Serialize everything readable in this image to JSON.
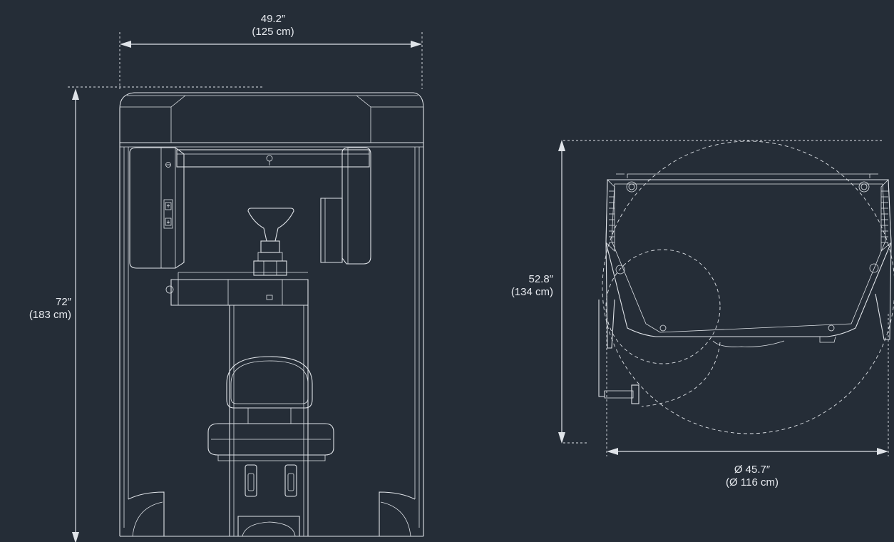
{
  "dimensions": {
    "front_width": {
      "imperial": "49.2″",
      "metric": "(125 cm)"
    },
    "front_height": {
      "imperial": "72″",
      "metric": "(183 cm)"
    },
    "top_depth": {
      "imperial": "52.8″",
      "metric": "(134 cm)"
    },
    "top_diameter": {
      "imperial": "Ø 45.7″",
      "metric": "(Ø 116 cm)"
    }
  },
  "colors": {
    "background": "#252d37",
    "line": "#dfe3e8"
  }
}
